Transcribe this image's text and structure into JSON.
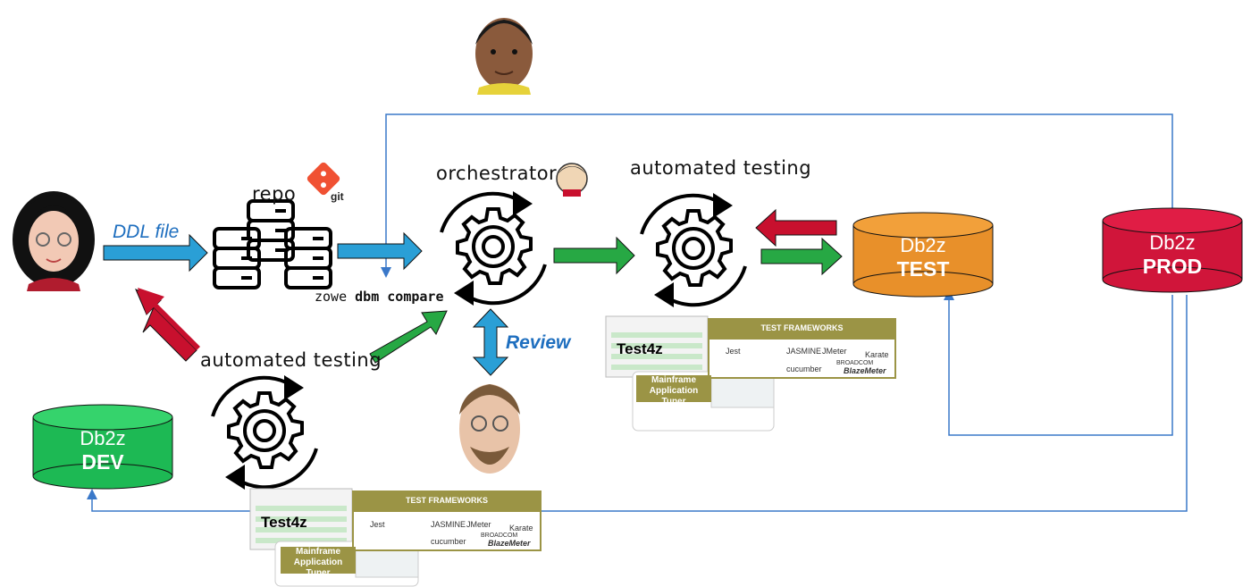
{
  "labels": {
    "repo": "repo",
    "git": "git",
    "ddl_file": "DDL file",
    "orchestrator": "orchestrator",
    "zowe_cmd_prefix": "zowe",
    "zowe_cmd_bold": "dbm compare",
    "automated_testing_top": "automated testing",
    "automated_testing_left": "automated testing",
    "review": "Review"
  },
  "databases": {
    "dev": {
      "line1": "Db2z",
      "line2": "DEV",
      "color": "#1db954"
    },
    "test": {
      "line1": "Db2z",
      "line2": "TEST",
      "color": "#e8902a"
    },
    "prod": {
      "line1": "Db2z",
      "line2": "PROD",
      "color": "#d0153a"
    }
  },
  "thumbnails": {
    "top": {
      "title": "Test4z",
      "frameworks_header": "TEST FRAMEWORKS",
      "tuner_title": "Mainframe Application Tuner",
      "frameworks": [
        "Jest",
        "JASMINE",
        "JMeter",
        "Karate",
        "cucumber",
        "BROADCOM",
        "BlazeMeter"
      ]
    },
    "bottom": {
      "title": "Test4z",
      "frameworks_header": "TEST FRAMEWORKS",
      "tuner_title": "Mainframe Application Tuner",
      "frameworks": [
        "Jest",
        "JASMINE",
        "JMeter",
        "Karate",
        "cucumber",
        "BROADCOM",
        "BlazeMeter"
      ]
    }
  },
  "colors": {
    "arrow_blue": "#2a9fd6",
    "arrow_green": "#27a844",
    "arrow_red": "#c8102e",
    "line_blue": "#3a78c9",
    "olive": "#9b9445"
  },
  "icons": [
    "developer-avatar-icon",
    "approver-avatar-icon",
    "reviewer-avatar-icon",
    "server-stack-icon",
    "git-logo-icon",
    "jenkins-logo-icon",
    "gear-cycle-icon"
  ]
}
